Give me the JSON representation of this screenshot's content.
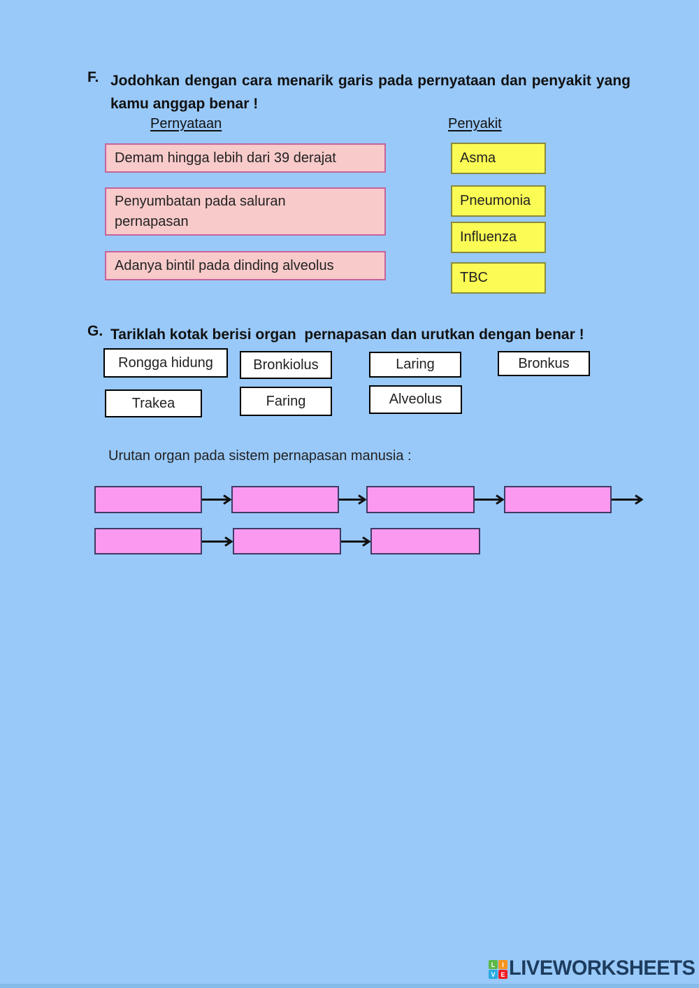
{
  "page": {
    "background_color": "#99c9f9",
    "text_color": "#1a1a1a"
  },
  "section_f": {
    "marker": "F.",
    "heading_line1": "Jodohkan dengan cara menarik garis pada pernyataan dan penyakit yang",
    "heading_line2": "kamu anggap benar !",
    "left_column_title": "Pernyataan",
    "right_column_title": "Penyakit",
    "statements": [
      {
        "text": "Demam hingga lebih dari 39 derajat"
      },
      {
        "text": "Penyumbatan pada saluran pernapasan"
      },
      {
        "text": "Adanya bintil pada dinding alveolus"
      }
    ],
    "diseases": [
      {
        "label": "Asma"
      },
      {
        "label": "Pneumonia"
      },
      {
        "label": "Influenza"
      },
      {
        "label": "TBC"
      }
    ],
    "colors": {
      "statement_fill": "#f8caca",
      "statement_border": "#c4649a",
      "disease_fill": "#fafb54",
      "disease_border": "#8a8a3a"
    }
  },
  "section_g": {
    "marker": "G.",
    "heading": "Tariklah kotak berisi organ  pernapasan dan urutkan dengan benar !",
    "organs": [
      {
        "label": "Rongga hidung"
      },
      {
        "label": "Bronkiolus"
      },
      {
        "label": "Laring"
      },
      {
        "label": "Bronkus"
      },
      {
        "label": "Trakea"
      },
      {
        "label": "Faring"
      },
      {
        "label": "Alveolus"
      }
    ],
    "sequence_label": "Urutan organ pada sistem pernapasan manusia :",
    "sequence": {
      "row1_slot_count": 4,
      "row2_slot_count": 3,
      "slot_fill": "#fb99f1",
      "slot_border": "#403a64"
    }
  },
  "footer": {
    "brand": "LIVEWORKSHEETS",
    "brand_color": "#1d3c5e",
    "logo_letters": [
      "L",
      "I",
      "V",
      "E"
    ],
    "logo_colors": [
      "#5cb947",
      "#f7941d",
      "#29abe2",
      "#ed1c24"
    ]
  }
}
